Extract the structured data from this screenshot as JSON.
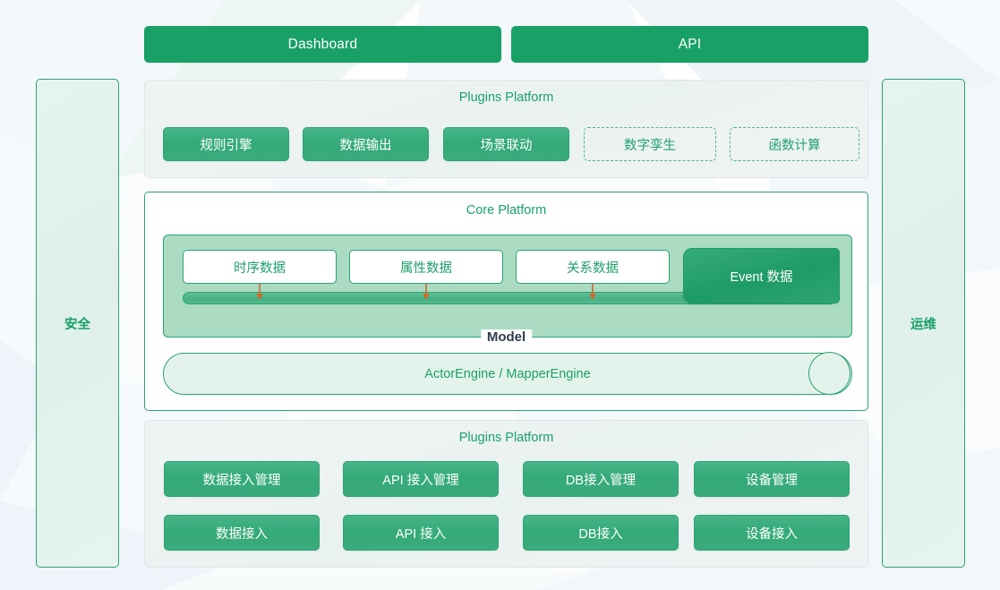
{
  "theme": {
    "primary_green": "#19a066",
    "chip_green": "#34aa79",
    "light_green_panel": "#abdcc3",
    "pillar_fill": "#e6f4ee",
    "panel_gray": "#eef4f3",
    "arrow_orange": "#d2682a",
    "model_label_color": "#2f3b4e"
  },
  "top_nav": {
    "buttons": [
      {
        "label": "Dashboard",
        "name": "dashboard"
      },
      {
        "label": "API",
        "name": "api"
      }
    ]
  },
  "pillars": {
    "left": {
      "label": "安全"
    },
    "right": {
      "label": "运维"
    }
  },
  "plugins_top": {
    "title": "Plugins Platform",
    "chips": [
      {
        "label": "规则引擎",
        "style": "solid"
      },
      {
        "label": "数据输出",
        "style": "solid"
      },
      {
        "label": "场景联动",
        "style": "solid"
      },
      {
        "label": "数字孪生",
        "style": "dashed"
      },
      {
        "label": "函数计算",
        "style": "dashed"
      }
    ]
  },
  "core": {
    "title": "Core Platform",
    "model_label": "Model",
    "data_boxes": [
      {
        "label": "时序数据",
        "style": "outline"
      },
      {
        "label": "属性数据",
        "style": "outline"
      },
      {
        "label": "关系数据",
        "style": "outline"
      },
      {
        "label": "Event 数据",
        "style": "filled"
      }
    ],
    "arrow_count": 3,
    "engine": {
      "label": "ActorEngine / MapperEngine"
    }
  },
  "plugins_bottom": {
    "title": "Plugins Platform",
    "row_management": [
      {
        "label": "数据接入管理"
      },
      {
        "label": "API 接入管理"
      },
      {
        "label": "DB接入管理"
      },
      {
        "label": "设备管理"
      }
    ],
    "row_ingest": [
      {
        "label": "数据接入"
      },
      {
        "label": "API 接入"
      },
      {
        "label": "DB接入"
      },
      {
        "label": "设备接入"
      }
    ]
  }
}
